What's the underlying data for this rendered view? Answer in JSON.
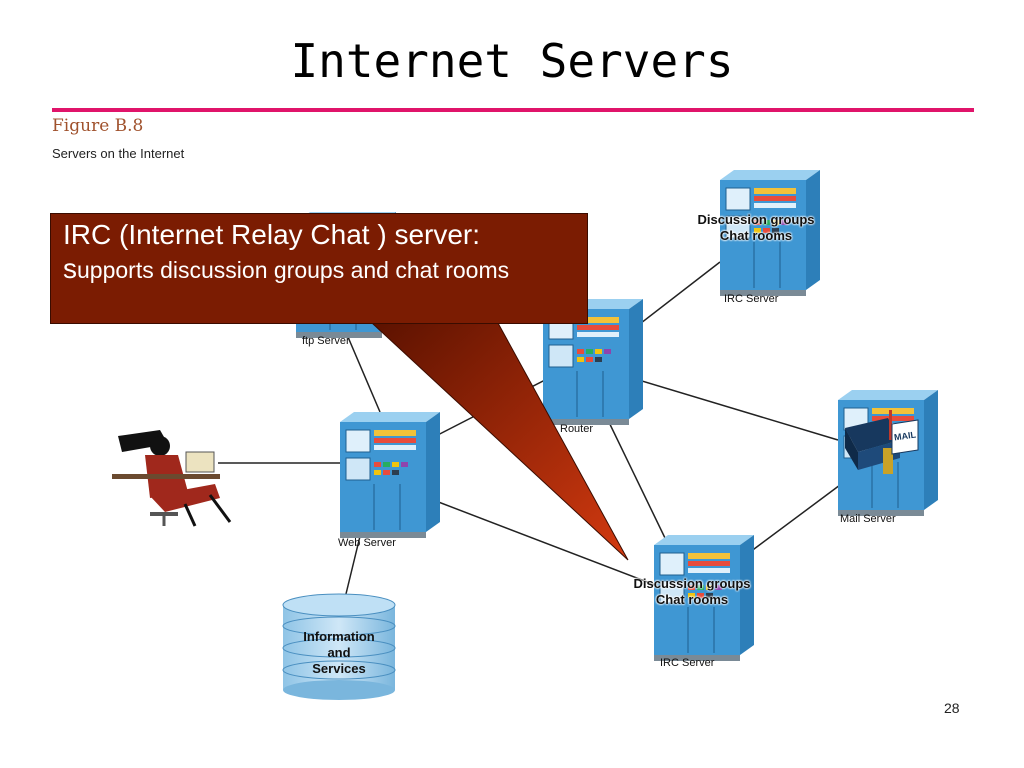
{
  "slide": {
    "title": "Internet Servers",
    "figure_number": "Figure B.8",
    "figure_caption": "Servers on the Internet",
    "page_number": "28"
  },
  "callout": {
    "line1": "IRC (Internet Relay Chat ) server:",
    "line2_initial": "s",
    "line2_rest": "upports discussion groups and chat rooms"
  },
  "nodes": {
    "ftp_server": "ftp Server",
    "router": "Router",
    "web_server": "Web Server",
    "irc_server_top": "IRC Server",
    "irc_server_bottom": "IRC Server",
    "mail_server": "Mail Server",
    "mailbox_sign": "MAIL",
    "database": [
      "Information",
      "and",
      "Services"
    ],
    "irc_top_overlay": [
      "Discussion groups",
      "Chat rooms"
    ],
    "irc_bottom_overlay": [
      "Discussion groups",
      "Chat rooms"
    ]
  },
  "colors": {
    "title_rule": "#e0146a",
    "callout_fill": "#7b1c02",
    "server_blue": "#3f97d3",
    "pointer_gradient_end": "#d43a10"
  }
}
